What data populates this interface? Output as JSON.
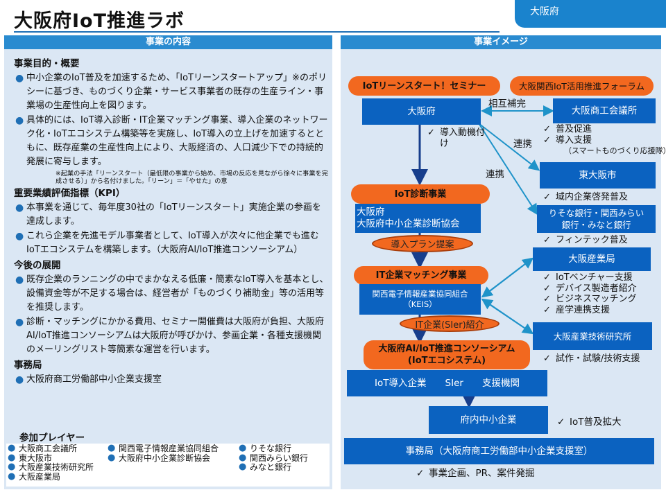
{
  "header": {
    "title": "大阪府IoT推進ラボ",
    "region_tag": "大阪府"
  },
  "left_panel": {
    "heading": "事業の内容",
    "purpose": {
      "title": "事業目的・概要",
      "items": [
        "中小企業のIoT普及を加速するため、「IoTリーンスタートアップ」※のポリシーに基づき、ものづくり企業・サービス事業者の既存の生産ライン・事業場の生産性向上を図ります。",
        "具体的には、IoT導入診断・IT企業マッチング事業、導入企業のネットワーク化・IoTエコシステム構築等を実施し、IoT導入の立上げを加速するとともに、既存産業の生産性向上により、大阪経済の、人口減少下での持続的発展に寄与します。"
      ],
      "note": "※起業の手法「リーンスタート（最低限の事業から始め、市場の反応を見ながら徐々に事業を完成させる）」から名付けました。「リーン」＝「やせた」の意"
    },
    "kpi": {
      "title": "重要業績評価指標（KPI）",
      "items": [
        "本事業を通じて、毎年度30社の「IoTリーンスタート」実施企業の参画を達成します。",
        "これら企業を先進モデル事業者として、IoT導入が次々に他企業でも進むIoTエコシステムを構築します。（大阪府AI/IoT推進コンソーシアム）"
      ]
    },
    "future": {
      "title": "今後の展開",
      "items": [
        "既存企業のランニングの中でまかなえる低廉・簡素なIoT導入を基本とし、設備資金等が不足する場合は、経営者が「ものづくり補助金」等の活用等を推奨します。",
        "診断・マッチングにかかる費用、セミナー開催費は大阪府が負担、大阪府AI/IoT推進コンソーシアムは大阪府が呼びかけ、参画企業・各種支援機関のメーリングリスト等簡素な運営を行います。"
      ]
    },
    "office": {
      "title": "事務局",
      "items": [
        "大阪府商工労働部中小企業支援室"
      ]
    },
    "participants": {
      "title": "参加プレイヤー",
      "col1": [
        "大阪商工会議所",
        "東大阪市",
        "大阪産業技術研究所",
        "大阪産業局"
      ],
      "col2": [
        "関西電子情報産業協同組合",
        "大阪府中小企業診断協会"
      ],
      "col3": [
        "りそな銀行",
        "関西みらい銀行",
        "みなと銀行"
      ]
    }
  },
  "right_panel": {
    "heading": "事業イメージ",
    "seminar": "IoTリーンスタート！セミナー",
    "forum": "大阪関西IoT活用推進フォーラム",
    "osaka_pref": "大阪府",
    "mutual_label": "相互補完",
    "osaka_cci": "大阪商工会議所",
    "cci_checks": [
      "普及促進",
      "導入支援",
      "（スマートものづくり応援隊）"
    ],
    "induce_check": "導入動機付け",
    "link_label_1": "連携",
    "link_label_2": "連携",
    "higashiosaka": "東大阪市",
    "higashiosaka_check": "域内企業啓発普及",
    "banks": "りそな銀行・関西みらい銀行・みなと銀行",
    "banks_check": "フィンテック普及",
    "diagnosis": "IoT診断事業",
    "diagnosis_org": "大阪府\n大阪府中小企業診断協会",
    "plan_proposal": "導入プラン提案",
    "matching": "IT企業マッチング事業",
    "keis": "関西電子情報産業協同組合\n（KEIS）",
    "sier_intro": "IT企業(SIer)紹介",
    "industry_bureau": "大阪産業局",
    "bureau_checks": [
      "IoTベンチャー支援",
      "デバイス製造者紹介",
      "ビジネスマッチング",
      "産学連携支援"
    ],
    "tech_institute": "大阪産業技術研究所",
    "tech_check": "試作・試験/技術支援",
    "consortium": "大阪府AI/IoT推進コンソーシアム(IoTエコシステム)",
    "participants_bar": "IoT導入企業　　SIer　　支援機関",
    "sme": "府内中小企業",
    "sme_check": "IoT普及拡大",
    "secretariat": "事務局（大阪府商工労働部中小企業支援室）",
    "secretariat_check": "事業企画、PR、案件発掘"
  },
  "colors": {
    "accent": "#2a8bd0",
    "box_blue": "#0b62c0",
    "orange": "#f2681f",
    "panel_bg": "#dbe7f4"
  }
}
